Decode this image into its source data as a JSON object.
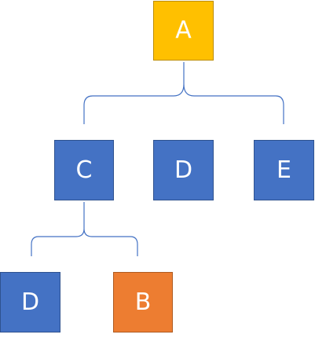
{
  "diagram": {
    "root": {
      "label": "A",
      "color": "#FFC000"
    },
    "level2": [
      {
        "label": "C",
        "color": "#4472C4"
      },
      {
        "label": "D",
        "color": "#4472C4"
      },
      {
        "label": "E",
        "color": "#4472C4"
      }
    ],
    "level3": [
      {
        "label": "D",
        "color": "#4472C4"
      },
      {
        "label": "B",
        "color": "#ED7D31"
      }
    ],
    "connector_color": "#4472C4"
  }
}
